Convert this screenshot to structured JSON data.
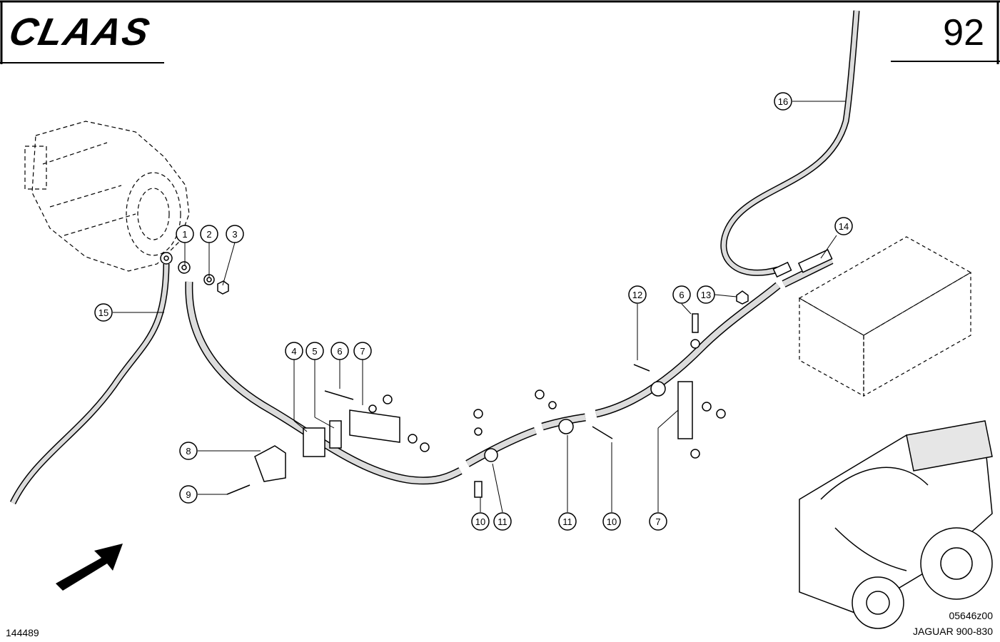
{
  "header": {
    "brand": "CLAAS",
    "page_number": "92"
  },
  "footer": {
    "sheet_number": "144489",
    "drawing_code": "05646z00",
    "model": "JAGUAR 900-830"
  },
  "callouts": {
    "c1": "1",
    "c2": "2",
    "c3": "3",
    "c4": "4",
    "c5": "5",
    "c6a": "6",
    "c7a": "7",
    "c8": "8",
    "c9": "9",
    "c10a": "10",
    "c11a": "11",
    "c11b": "11",
    "c10b": "10",
    "c7b": "7",
    "c12": "12",
    "c6b": "6",
    "c13": "13",
    "c14": "14",
    "c15": "15",
    "c16": "16"
  },
  "colors": {
    "ink": "#000000",
    "paper": "#ffffff",
    "cable_fill": "#dcdcdc"
  }
}
